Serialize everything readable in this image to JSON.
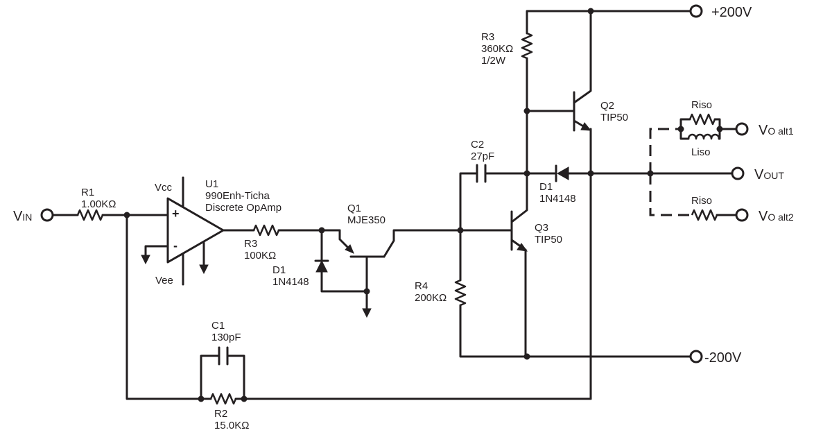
{
  "terminals": {
    "vin": {
      "main": "V",
      "sub": "IN"
    },
    "vplus": "+200V",
    "vminus": "-200V",
    "vout": {
      "main": "V",
      "sub": "OUT"
    },
    "vo_alt1": {
      "main": "V",
      "sub": "O alt1"
    },
    "vo_alt2": {
      "main": "V",
      "sub": "O alt2"
    }
  },
  "components": {
    "r1": {
      "ref": "R1",
      "value": "1.00KΩ"
    },
    "u1": {
      "ref": "U1",
      "line1": "990Enh-Ticha",
      "line2": "Discrete OpAmp",
      "vcc": "Vcc",
      "vee": "Vee",
      "plus": "+",
      "minus": "-"
    },
    "r3_in": {
      "ref": "R3",
      "value": "100KΩ"
    },
    "d1_in": {
      "ref": "D1",
      "value": "1N4148"
    },
    "q1": {
      "ref": "Q1",
      "value": "MJE350"
    },
    "c2": {
      "ref": "C2",
      "value": "27pF"
    },
    "r3_top": {
      "ref": "R3",
      "value": "360KΩ",
      "power": "1/2W"
    },
    "q2": {
      "ref": "Q2",
      "value": "TIP50"
    },
    "q3": {
      "ref": "Q3",
      "value": "TIP50"
    },
    "d1_out": {
      "ref": "D1",
      "value": "1N4148"
    },
    "r4": {
      "ref": "R4",
      "value": "200KΩ"
    },
    "c1": {
      "ref": "C1",
      "value": "130pF"
    },
    "r2": {
      "ref": "R2",
      "value": "15.0KΩ"
    },
    "riso1": {
      "ref": "Riso"
    },
    "liso": {
      "ref": "Liso"
    },
    "riso2": {
      "ref": "Riso"
    }
  }
}
